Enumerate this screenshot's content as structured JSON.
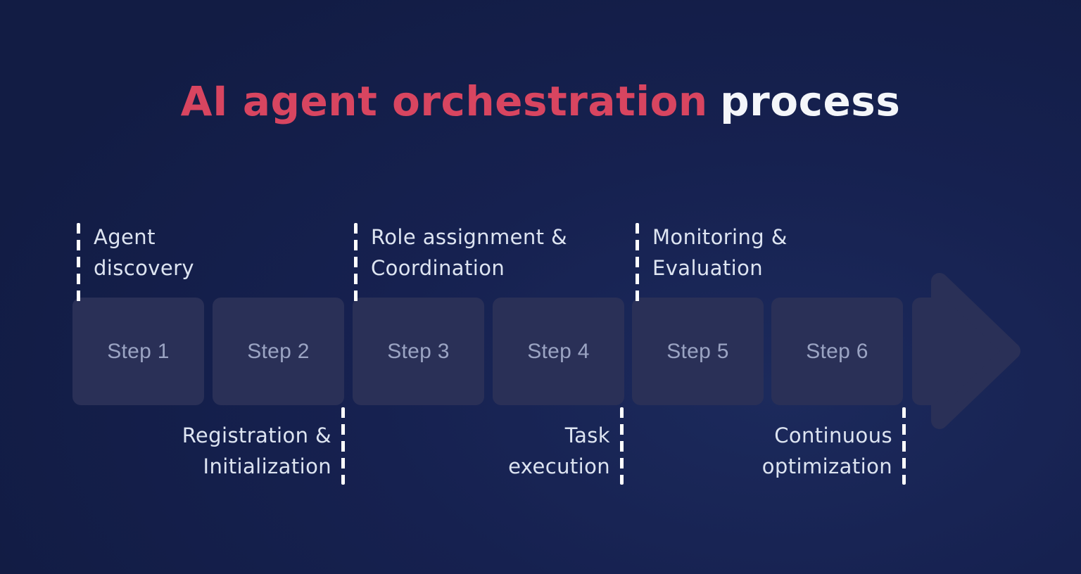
{
  "title": {
    "highlight": "AI agent orchestration",
    "rest": "process"
  },
  "steps": [
    {
      "label": "Step 1"
    },
    {
      "label": "Step 2"
    },
    {
      "label": "Step 3"
    },
    {
      "label": "Step 4"
    },
    {
      "label": "Step 5"
    },
    {
      "label": "Step 6"
    }
  ],
  "phase_labels": {
    "top": [
      {
        "line1": "Agent",
        "line2": "discovery"
      },
      {
        "line1": "Role assignment &",
        "line2": "Coordination"
      },
      {
        "line1": "Monitoring &",
        "line2": "Evaluation"
      }
    ],
    "bottom": [
      {
        "line1": "Registration &",
        "line2": "Initialization"
      },
      {
        "line1": "Task",
        "line2": "execution"
      },
      {
        "line1": "Continuous",
        "line2": "optimization"
      }
    ]
  },
  "icons": {
    "flow_arrow": "right-arrow-icon"
  },
  "colors": {
    "background": "#16214c",
    "box_fill": "#2a3057",
    "accent_red": "#d84560",
    "title_white": "#f4f6fa",
    "phase_label_text": "#dde4f1",
    "step_text": "#9ba4c3",
    "dash": "#ffffff"
  }
}
